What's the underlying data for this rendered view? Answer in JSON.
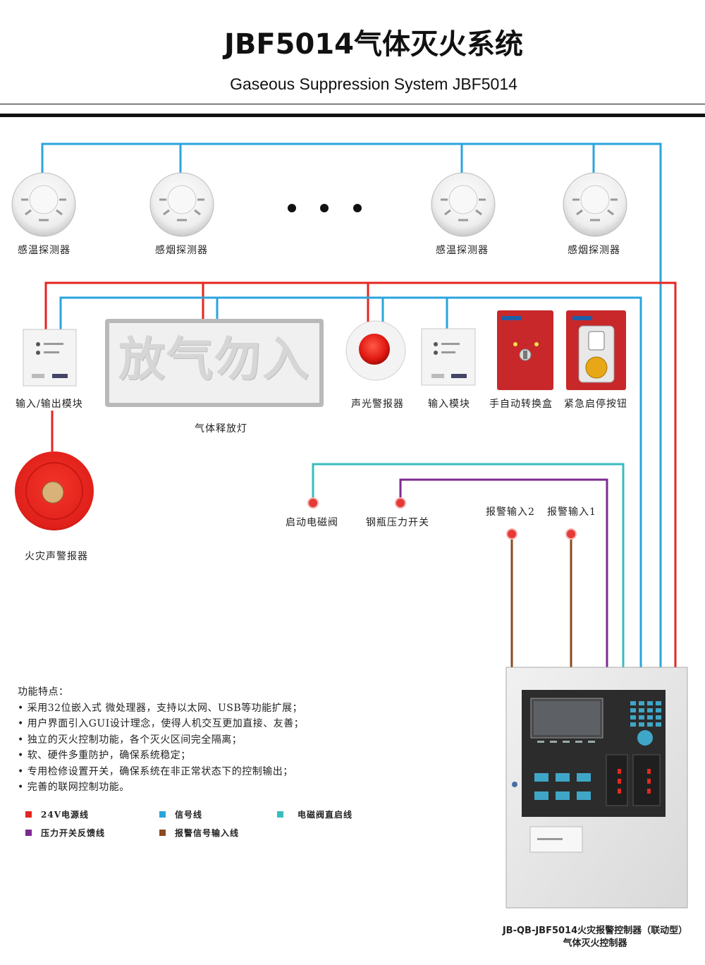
{
  "header": {
    "title": "JBF5014气体灭火系统",
    "subtitle": "Gaseous Suppression System JBF5014"
  },
  "devices": {
    "detector1": "感温探测器",
    "detector2": "感烟探测器",
    "detector3": "感温探测器",
    "detector4": "感烟探测器",
    "io_module": "输入/输出模块",
    "release_lamp": "气体释放灯",
    "release_lamp_text": "放气勿入",
    "strobe_alarm": "声光警报器",
    "input_module": "输入模块",
    "auto_switch": "手自动转换盒",
    "emergency_button": "紧急启停按钮",
    "fire_bell": "火灾声警报器",
    "solenoid_valve": "启动电磁阀",
    "pressure_switch": "钢瓶压力开关",
    "alarm_input_2": "报警输入2",
    "alarm_input_1": "报警输入1"
  },
  "features": {
    "heading": "功能特点：",
    "items": [
      "• 采用32位嵌入式 微处理器，支持以太网、USB等功能扩展；",
      "• 用户界面引入GUI设计理念，使得人机交互更加直接、友善；",
      "• 独立的灭火控制功能，各个灭火区间完全隔离；",
      "• 软、硬件多重防护，确保系统稳定；",
      "• 专用检修设置开关，确保系统在非正常状态下的控制输出；",
      "• 完善的联网控制功能。"
    ]
  },
  "legend": [
    {
      "label": "24V电源线",
      "color": "#e52420"
    },
    {
      "label": "信号线",
      "color": "#2aa4dc"
    },
    {
      "label": "电磁阀直启线",
      "color": "#39bcbf"
    },
    {
      "label": "压力开关反馈线",
      "color": "#7d2a8f"
    },
    {
      "label": "报警信号输入线",
      "color": "#8a4a1c"
    }
  ],
  "controller": {
    "line1": "JB-QB-JBF5014火灾报警控制器（联动型）",
    "line2": "气体灭火控制器"
  }
}
